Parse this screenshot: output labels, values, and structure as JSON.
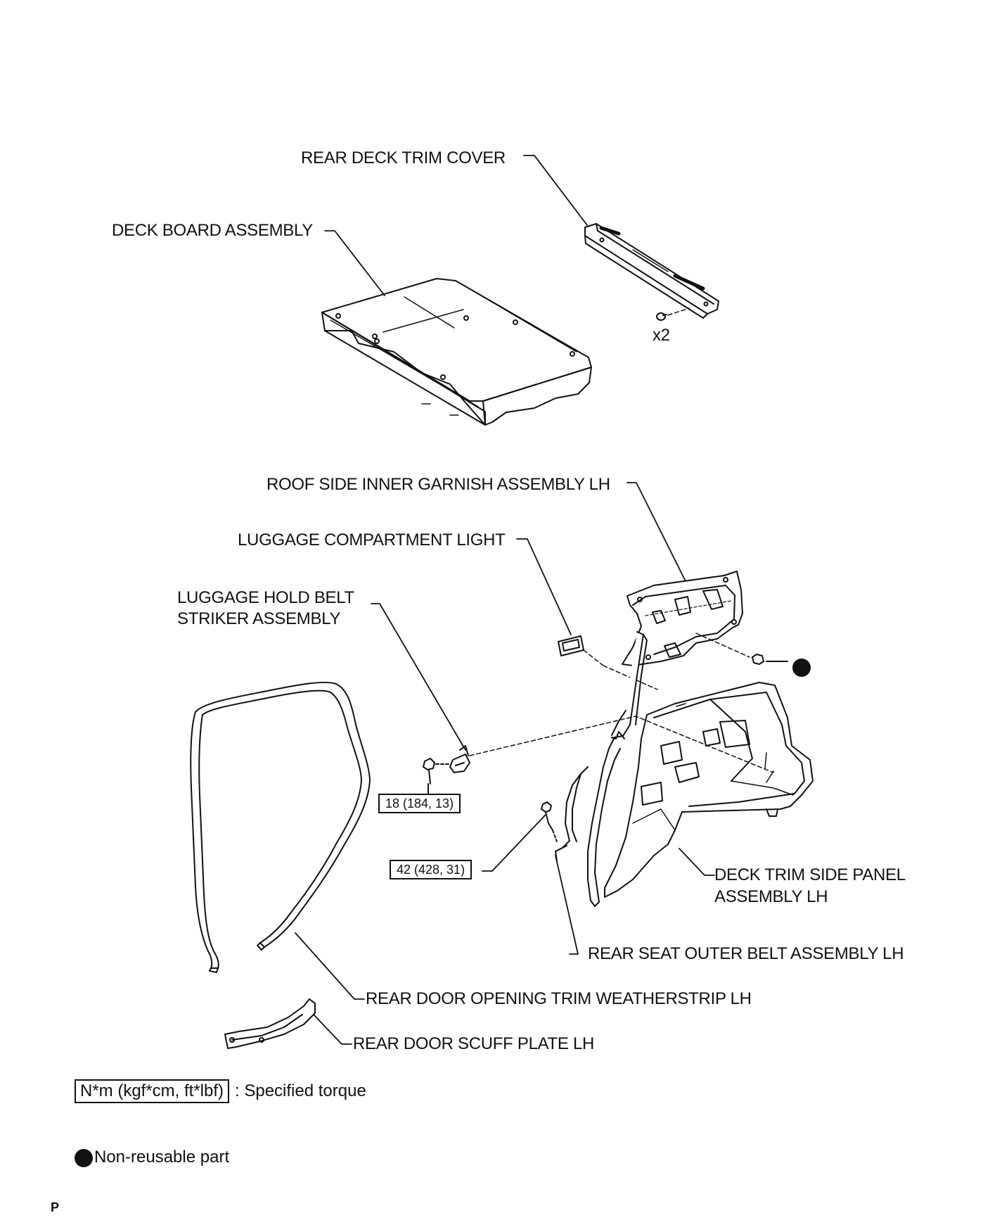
{
  "labels": {
    "rear_deck_trim_cover": "REAR DECK TRIM COVER",
    "deck_board_assembly": "DECK BOARD ASSEMBLY",
    "qty_x2": "x2",
    "roof_side_inner_garnish": "ROOF SIDE INNER GARNISH ASSEMBLY LH",
    "luggage_compartment_light": "LUGGAGE COMPARTMENT LIGHT",
    "luggage_hold_belt_line1": "LUGGAGE HOLD BELT",
    "luggage_hold_belt_line2": "STRIKER ASSEMBLY",
    "deck_trim_side_panel_line1": "DECK TRIM SIDE PANEL",
    "deck_trim_side_panel_line2": "ASSEMBLY LH",
    "rear_seat_outer_belt": "REAR SEAT OUTER BELT ASSEMBLY LH",
    "rear_door_opening_weatherstrip": "REAR DOOR OPENING TRIM WEATHERSTRIP LH",
    "rear_door_scuff_plate": "REAR DOOR SCUFF PLATE LH"
  },
  "torques": {
    "striker_bolt": "18 (184, 13)",
    "belt_anchor_bolt": "42 (428, 31)"
  },
  "legend": {
    "torque_unit": "N*m (kgf*cm, ft*lbf)",
    "torque_desc": ": Specified torque",
    "non_reusable": "Non-reusable part"
  },
  "page_code": "P"
}
